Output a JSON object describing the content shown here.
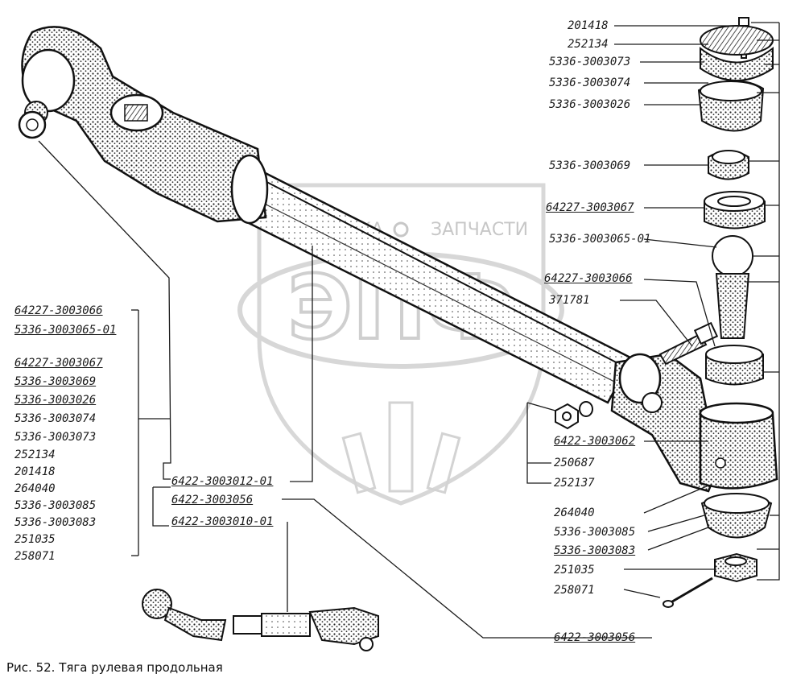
{
  "caption": "Рис. 52. Тяга рулевая продольная",
  "watermark": {
    "left_word": "ТЕХНИКА",
    "right_word": "ЗАПЧАСТИ",
    "monogram": "ЭПФ"
  },
  "labels_right": [
    "201418",
    "252134",
    "5336-3003073",
    "5336-3003074",
    "5336-3003026",
    "5336-3003069",
    "64227-3003067",
    "5336-3003065-01",
    "64227-3003066",
    "371781"
  ],
  "labels_lower_right": [
    "6422-3003062",
    "250687",
    "252137",
    "264040",
    "5336-3003085",
    "5336-3003083",
    "251035",
    "258071",
    "6422-3003056"
  ],
  "labels_center": [
    "6422-3003012-01",
    "6422-3003056",
    "6422-3003010-01"
  ],
  "labels_left": [
    "64227-3003066",
    "5336-3003065-01",
    "64227-3003067",
    "5336-3003069",
    "5336-3003026",
    "5336-3003074",
    "5336-3003073",
    "252134",
    "201418",
    "264040",
    "5336-3003085",
    "5336-3003083",
    "251035",
    "258071"
  ],
  "colors": {
    "ink": "#1a1a1a",
    "watermark": "#b8b8b8",
    "paper": "#ffffff"
  }
}
